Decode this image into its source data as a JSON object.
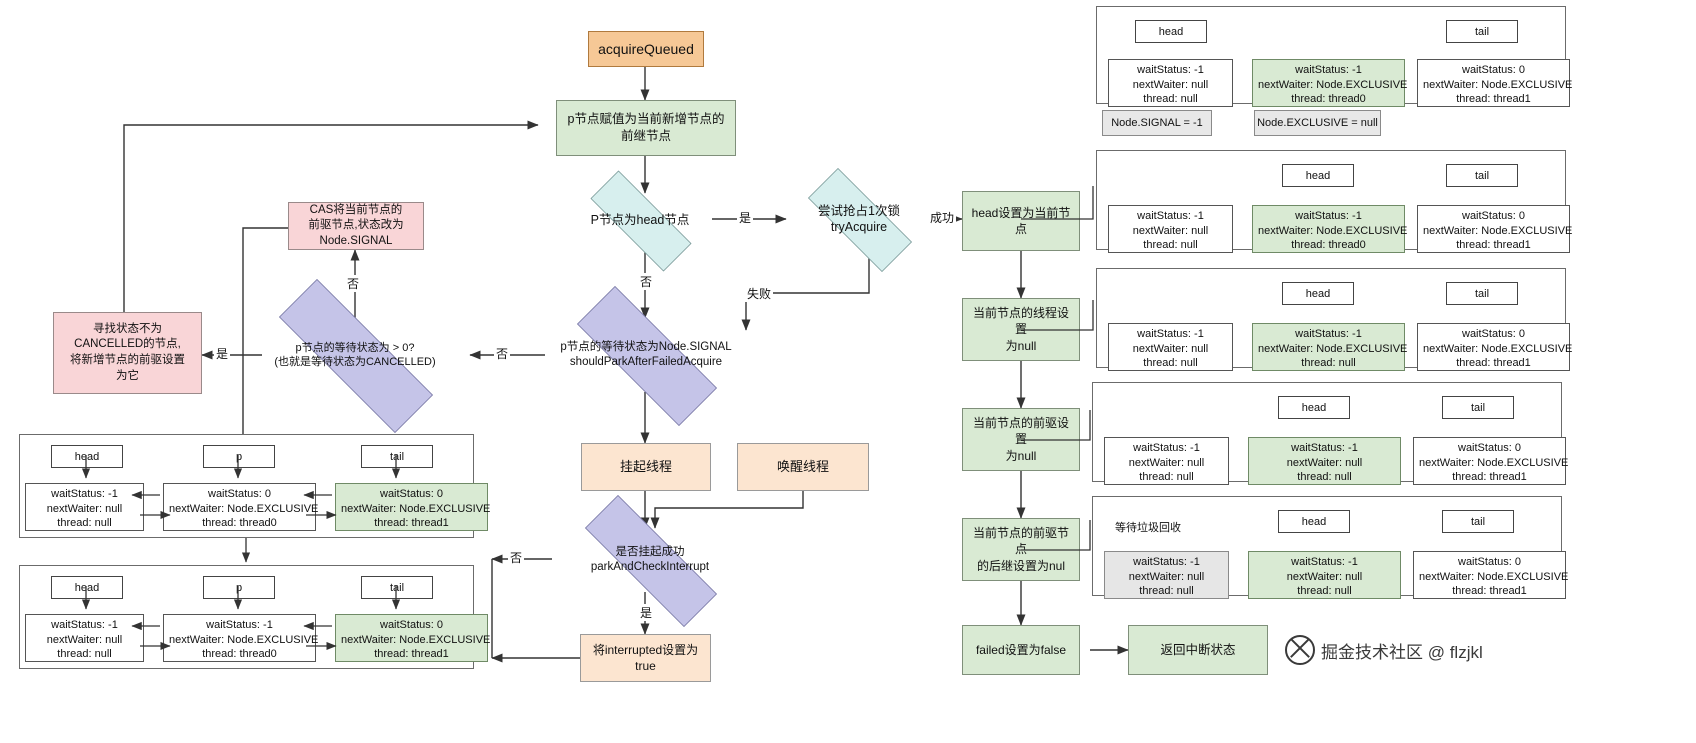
{
  "flow": {
    "start": {
      "label": "acquireQueued"
    },
    "assign_p": {
      "label": "p节点赋值为当前新增节点的前继节点"
    },
    "dec_head": {
      "label": "P节点为head节点"
    },
    "try_acquire": {
      "label": "尝试抢占1次锁\ntryAcquire"
    },
    "dec_should_park": {
      "label": "p节点的等待状态为Node.SIGNAL\nshouldParkAfterFailedAcquire"
    },
    "dec_cancelled": {
      "label": "p节点的等待状态为 > 0?\n(也就是等待状态为CANCELLED)"
    },
    "find_not_cancelled": {
      "label": "寻找状态不为\nCANCELLED的节点,\n将新增节点的前驱设置\n为它"
    },
    "cas_signal": {
      "label": "CAS将当前节点的\n前驱节点,状态改为\nNode.SIGNAL"
    },
    "park_thread": {
      "label": "挂起线程"
    },
    "wake_thread": {
      "label": "唤醒线程"
    },
    "dec_park_ok": {
      "label": "是否挂起成功\nparkAndCheckInterrupt"
    },
    "set_interrupted": {
      "label": "将interrupted设置为\ntrue"
    },
    "set_head": {
      "label": "head设置为当前节\n点"
    },
    "thread_null": {
      "label": "当前节点的线程设置\n为null"
    },
    "prev_null": {
      "label": "当前节点的前驱设置\n为null"
    },
    "prev_next_null": {
      "label": "当前节点的前驱节点\n的后继设置为nul"
    },
    "failed_false": {
      "label": "failed设置为false"
    },
    "return_status": {
      "label": "返回中断状态"
    }
  },
  "edge_labels": {
    "yes": "是",
    "no": "否",
    "success": "成功",
    "fail": "失败"
  },
  "legend": {
    "signal": "Node.SIGNAL = -1",
    "exclusive": "Node.EXCLUSIVE = null"
  },
  "pointers": {
    "head": "head",
    "p": "p",
    "tail": "tail"
  },
  "notes": {
    "gc": "等待垃圾回收"
  },
  "watermark": {
    "text": "掘金技术社区 @ flzjkl"
  },
  "node_fields": {
    "waitStatus": "waitStatus:",
    "nextWaiter": "nextWaiter:",
    "thread": "thread:"
  },
  "left_panels": [
    {
      "id": "left-panel-1",
      "pointers": [
        "head",
        "p",
        "tail"
      ],
      "cells": [
        {
          "waitStatus": "waitStatus: -1",
          "nextWaiter": "nextWaiter:  null",
          "thread": "thread:  null",
          "highlight": false
        },
        {
          "waitStatus": "waitStatus: 0",
          "nextWaiter": "nextWaiter:  Node.EXCLUSIVE",
          "thread": "thread:  thread0",
          "highlight": false
        },
        {
          "waitStatus": "waitStatus: 0",
          "nextWaiter": "nextWaiter:  Node.EXCLUSIVE",
          "thread": "thread:  thread1",
          "highlight": true
        }
      ]
    },
    {
      "id": "left-panel-2",
      "pointers": [
        "head",
        "p",
        "tail"
      ],
      "cells": [
        {
          "waitStatus": "waitStatus: -1",
          "nextWaiter": "nextWaiter:  null",
          "thread": "thread:  null",
          "highlight": false
        },
        {
          "waitStatus": "waitStatus: -1",
          "nextWaiter": "nextWaiter:  Node.EXCLUSIVE",
          "thread": "thread:  thread0",
          "highlight": false
        },
        {
          "waitStatus": "waitStatus: 0",
          "nextWaiter": "nextWaiter:  Node.EXCLUSIVE",
          "thread": "thread:  thread1",
          "highlight": true
        }
      ]
    }
  ],
  "right_panels": [
    {
      "id": "right-panel-1",
      "pointers": [
        "head",
        "tail"
      ],
      "note": "",
      "cells": [
        {
          "waitStatus": "waitStatus: -1",
          "nextWaiter": "nextWaiter:  null",
          "thread": "thread:  null",
          "highlight": false
        },
        {
          "waitStatus": "waitStatus: -1",
          "nextWaiter": "nextWaiter:  Node.EXCLUSIVE",
          "thread": "thread:  thread0",
          "highlight": true
        },
        {
          "waitStatus": "waitStatus: 0",
          "nextWaiter": "nextWaiter:  Node.EXCLUSIVE",
          "thread": "thread:  thread1",
          "highlight": false
        }
      ]
    },
    {
      "id": "right-panel-2",
      "pointers": [
        "head",
        "tail"
      ],
      "note": "",
      "cells": [
        {
          "waitStatus": "waitStatus: -1",
          "nextWaiter": "nextWaiter:  null",
          "thread": "thread:  null",
          "highlight": false
        },
        {
          "waitStatus": "waitStatus: -1",
          "nextWaiter": "nextWaiter:  Node.EXCLUSIVE",
          "thread": "thread:  thread0",
          "highlight": true
        },
        {
          "waitStatus": "waitStatus: 0",
          "nextWaiter": "nextWaiter:  Node.EXCLUSIVE",
          "thread": "thread:  thread1",
          "highlight": false
        }
      ]
    },
    {
      "id": "right-panel-3",
      "pointers": [
        "head",
        "tail"
      ],
      "note": "",
      "cells": [
        {
          "waitStatus": "waitStatus: -1",
          "nextWaiter": "nextWaiter:  null",
          "thread": "thread:  null",
          "highlight": false
        },
        {
          "waitStatus": "waitStatus: -1",
          "nextWaiter": "nextWaiter:  Node.EXCLUSIVE",
          "thread": "thread:  null",
          "highlight": true
        },
        {
          "waitStatus": "waitStatus: 0",
          "nextWaiter": "nextWaiter:  Node.EXCLUSIVE",
          "thread": "thread:  thread1",
          "highlight": false
        }
      ]
    },
    {
      "id": "right-panel-4",
      "pointers": [
        "head",
        "tail"
      ],
      "note": "",
      "cells": [
        {
          "waitStatus": "waitStatus: -1",
          "nextWaiter": "nextWaiter:  null",
          "thread": "thread:  null",
          "highlight": false
        },
        {
          "waitStatus": "waitStatus: -1",
          "nextWaiter": "nextWaiter:  null",
          "thread": "thread:  null",
          "highlight": true
        },
        {
          "waitStatus": "waitStatus: 0",
          "nextWaiter": "nextWaiter:  Node.EXCLUSIVE",
          "thread": "thread:  thread1",
          "highlight": false
        }
      ]
    },
    {
      "id": "right-panel-5",
      "pointers": [
        "head",
        "tail"
      ],
      "note": "等待垃圾回收",
      "cells": [
        {
          "waitStatus": "waitStatus: -1",
          "nextWaiter": "nextWaiter:  null",
          "thread": "thread:  null",
          "highlight": false,
          "grey": true
        },
        {
          "waitStatus": "waitStatus: -1",
          "nextWaiter": "nextWaiter:  null",
          "thread": "thread:  null",
          "highlight": true
        },
        {
          "waitStatus": "waitStatus: 0",
          "nextWaiter": "nextWaiter:  Node.EXCLUSIVE",
          "thread": "thread:  thread1",
          "highlight": false
        }
      ]
    }
  ]
}
